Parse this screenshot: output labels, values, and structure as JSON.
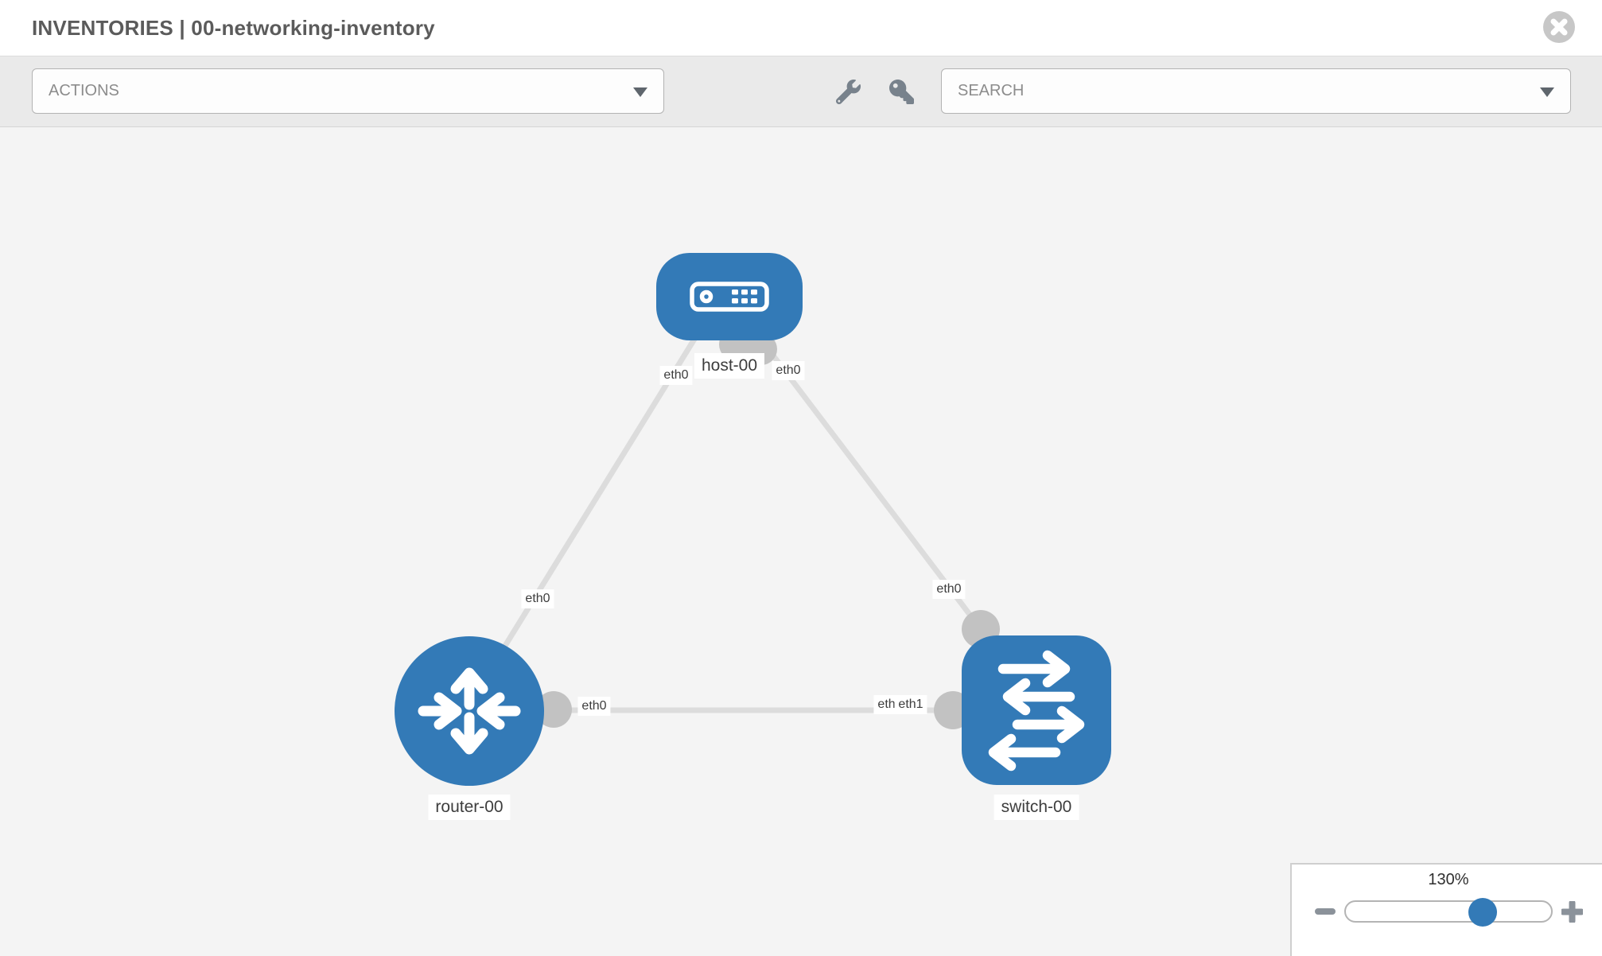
{
  "header": {
    "title": "INVENTORIES | 00-networking-inventory"
  },
  "toolbar": {
    "actions_placeholder": "ACTIONS",
    "search_placeholder": "SEARCH"
  },
  "topology": {
    "nodes": [
      {
        "id": "host-00",
        "type": "host",
        "label": "host-00"
      },
      {
        "id": "router-00",
        "type": "router",
        "label": "router-00"
      },
      {
        "id": "switch-00",
        "type": "switch",
        "label": "switch-00"
      }
    ],
    "links": [
      {
        "source": "host-00",
        "source_interface": "eth0",
        "target": "router-00",
        "target_interface": "eth0"
      },
      {
        "source": "host-00",
        "source_interface": "eth0",
        "target": "switch-00",
        "target_interface": "eth0"
      },
      {
        "source": "router-00",
        "source_interface": "eth0",
        "target": "switch-00",
        "target_interface": "eth1"
      }
    ],
    "interface_labels": [
      {
        "text": "eth0",
        "position": "host-left"
      },
      {
        "text": "eth0",
        "position": "host-right"
      },
      {
        "text": "eth0",
        "position": "router-top"
      },
      {
        "text": "eth0",
        "position": "router-right"
      },
      {
        "text": "eth0",
        "position": "switch-top"
      },
      {
        "text": "eth0",
        "position": "switch-left-under"
      },
      {
        "text": "eth1",
        "position": "switch-left-over"
      }
    ]
  },
  "zoom_control": {
    "value_label": "130%",
    "percent": 65
  },
  "colors": {
    "node_blue": "#337ab7",
    "port_gray": "#c2c2c2",
    "link_gray": "#dcdcdc",
    "canvas_bg": "#f4f4f4"
  },
  "icons": [
    "close-icon",
    "wrench-icon",
    "key-icon",
    "caret-down-icon",
    "host-icon",
    "router-icon",
    "switch-icon",
    "minus-icon",
    "plus-icon"
  ]
}
